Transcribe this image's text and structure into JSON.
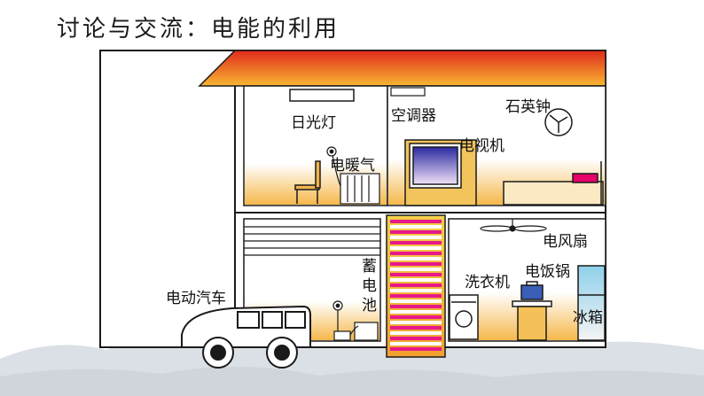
{
  "title": "讨论与交流：电能的利用",
  "labels": {
    "fluorescent_lamp": "日光灯",
    "electric_heater": "电暖气",
    "air_conditioner": "空调器",
    "quartz_clock": "石英钟",
    "television": "电视机",
    "electric_fan": "电风扇",
    "washing_machine": "洗衣机",
    "rice_cooker": "电饭锅",
    "refrigerator": "冰箱",
    "storage_battery": "蓄电池",
    "electric_car": "电动汽车"
  },
  "colors": {
    "roof_top": "#e8321e",
    "roof_bottom": "#f7b733",
    "wall_glow": "#f6c86a",
    "outline": "#1a1a1a"
  }
}
